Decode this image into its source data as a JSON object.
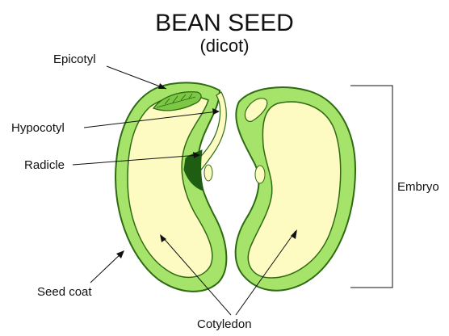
{
  "title": "BEAN SEED",
  "subtitle": "(dicot)",
  "labels": {
    "epicotyl": "Epicotyl",
    "hypocotyl": "Hypocotyl",
    "radicle": "Radicle",
    "seed_coat": "Seed coat",
    "cotyledon": "Cotyledon",
    "embryo": "Embryo"
  },
  "colors": {
    "seed_coat": "#a6e36b",
    "cotyledon": "#fdfbc1",
    "outline": "#2e6b12",
    "radicle_dark": "#1f5d12",
    "epicotyl_leaf": "#7cc845"
  }
}
